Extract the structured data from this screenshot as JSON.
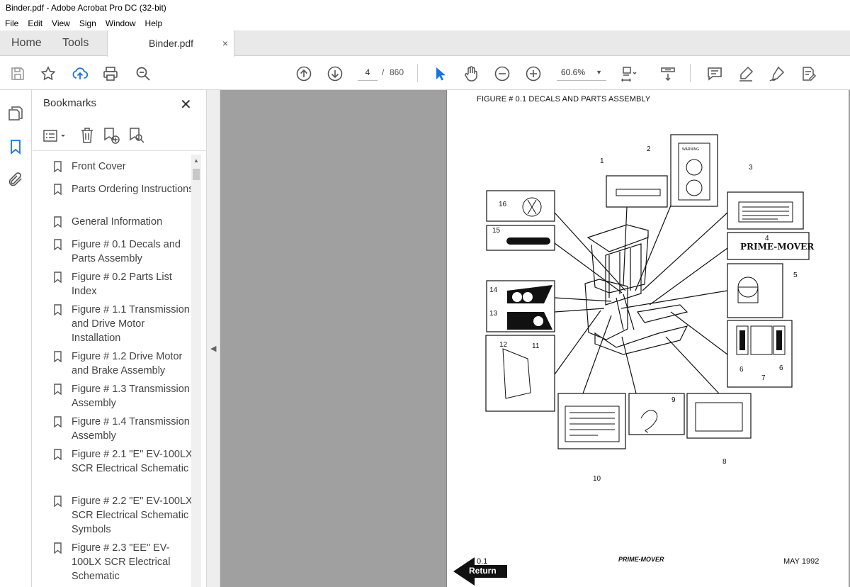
{
  "window": {
    "title": "Binder.pdf - Adobe Acrobat Pro DC (32-bit)"
  },
  "menu": [
    "File",
    "Edit",
    "View",
    "Sign",
    "Window",
    "Help"
  ],
  "tabs": {
    "home": "Home",
    "tools": "Tools",
    "document": "Binder.pdf",
    "close": "×"
  },
  "toolbar": {
    "icons": [
      "save-icon",
      "bookmark-star-icon",
      "upload-cloud-icon",
      "print-icon",
      "zoom-search-icon",
      "page-up-icon",
      "page-down-icon",
      "select-arrow-icon",
      "hand-icon",
      "zoom-out-icon",
      "zoom-in-icon",
      "fit-page-icon",
      "scroll-mode-icon",
      "comment-icon",
      "highlight-pen-icon",
      "sign-icon",
      "edit-pdf-icon"
    ],
    "page_current": "4",
    "page_separator": "/",
    "page_total": "860",
    "zoom": "60.6%"
  },
  "bookmarks": {
    "title": "Bookmarks",
    "close": "✕",
    "items": [
      "Front Cover",
      "Parts Ordering Instructions",
      "General Information",
      "Figure # 0.1 Decals and Parts Assembly",
      "Figure # 0.2 Parts List Index",
      "Figure # 1.1 Transmission and Drive Motor Installation",
      "Figure # 1.2 Drive Motor and Brake Assembly",
      "Figure # 1.3 Transmission Assembly",
      "Figure # 1.4 Transmission Assembly",
      "Figure # 2.1 \"E\" EV-100LX SCR Electrical Schematic",
      "Figure # 2.2 \"E\" EV-100LX SCR Electrical Schematic Symbols",
      "Figure # 2.3 \"EE\" EV-100LX SCR Electrical Schematic"
    ]
  },
  "document": {
    "figure_title": "FIGURE # 0.1  DECALS AND PARTS ASSEMBLY",
    "callouts": [
      "1",
      "2",
      "3",
      "4",
      "5",
      "6",
      "7",
      "6",
      "8",
      "9",
      "10",
      "11",
      "12",
      "13",
      "14",
      "15",
      "16"
    ],
    "brand": "PRIME-MOVER",
    "footer_page": "0.1",
    "return_label": "Return",
    "footer_brand": "PRIME-MOVER",
    "date": "MAY 1992",
    "warning_label": "WARNING"
  }
}
